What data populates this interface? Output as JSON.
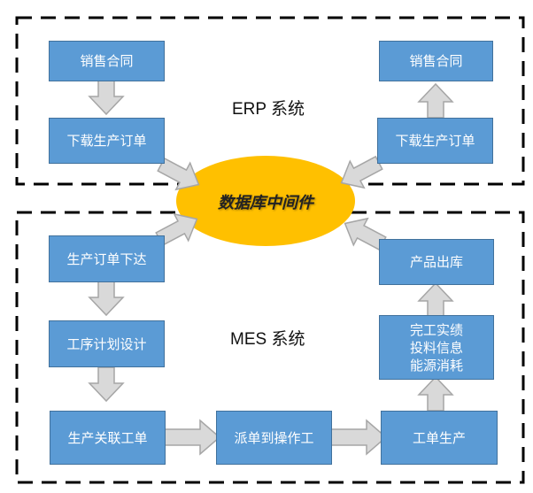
{
  "erp": {
    "label": "ERP 系统",
    "left_top": "销售合同",
    "left_bottom": "下载生产订单",
    "right_top": "销售合同",
    "right_bottom": "下载生产订单"
  },
  "middleware": {
    "label": "数据库中间件",
    "color": "#ffc000"
  },
  "mes": {
    "label": "MES 系统",
    "step1": "生产订单下达",
    "step2": "工序计划设计",
    "step3": "生产关联工单",
    "step4": "派单到操作工",
    "step5": "工单生产",
    "step6_lines": [
      "完工实绩",
      "投料信息",
      "能源消耗"
    ],
    "step7": "产品出库"
  },
  "colors": {
    "box_fill": "#5b9bd5",
    "box_border": "#41719c",
    "arrow_fill": "#d9d9d9",
    "arrow_stroke": "#a6a6a6"
  }
}
